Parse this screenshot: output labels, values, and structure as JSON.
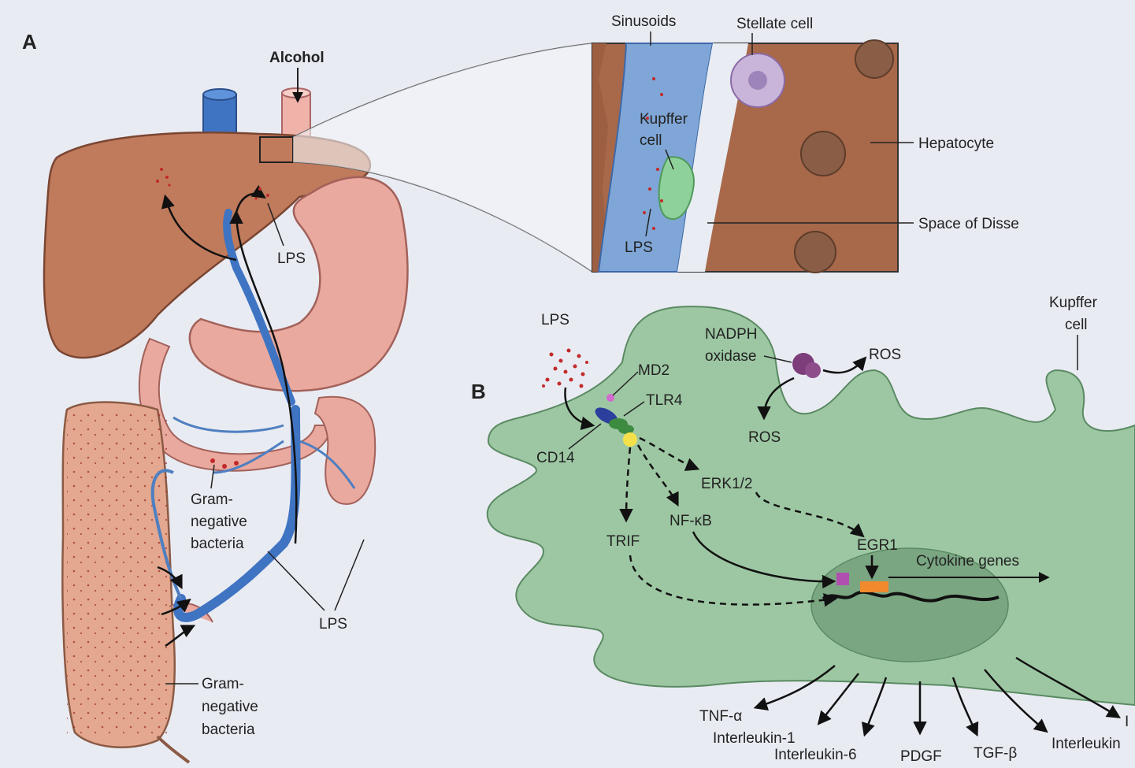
{
  "panels": {
    "a": "A",
    "b": "B"
  },
  "panel_a": {
    "alcohol": "Alcohol",
    "lps_liver": "LPS",
    "gram_neg_1": [
      "Gram-",
      "negative",
      "bacteria"
    ],
    "lps_bottom": "LPS",
    "gram_neg_2": [
      "Gram-",
      "negative",
      "bacteria"
    ]
  },
  "inset": {
    "sinusoids": "Sinusoids",
    "stellate": "Stellate cell",
    "kupffer": [
      "Kupffer",
      "cell"
    ],
    "lps": "LPS",
    "hepatocyte": "Hepatocyte",
    "disse": "Space of Disse"
  },
  "panel_b": {
    "lps": "LPS",
    "md2": "MD2",
    "tlr4": "TLR4",
    "cd14": "CD14",
    "nadph": [
      "NADPH",
      "oxidase"
    ],
    "ros_out": "ROS",
    "ros_in": "ROS",
    "kupffer": [
      "Kupffer",
      "cell"
    ],
    "erk": "ERK1/2",
    "nfkb": "NF-κB",
    "trif": "TRIF",
    "egr1": "EGR1",
    "cytokine_genes": "Cytokine genes",
    "outputs": [
      "TNF-α",
      "Interleukin-1",
      "Interleukin-6",
      "PDGF",
      "TGF-β",
      "Interleukin",
      "I"
    ]
  },
  "colors": {
    "background": "#e9ebf3",
    "liver": "#c07a5c",
    "stomach": "#e9a99e",
    "vessel": "#4f7fc0",
    "kupffer_cell": "#9dc7a3",
    "nucleus": "#7aa682",
    "hepatocyte_tissue": "#a8684a",
    "bacteria": "#c22a2a"
  }
}
